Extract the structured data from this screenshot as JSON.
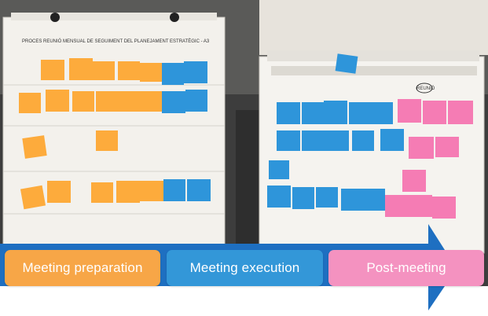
{
  "scene": {
    "description_colors": {
      "orange": "#fdab3c",
      "blue": "#2e95da",
      "pink": "#f57cb4",
      "arrow": "#1e6fc1",
      "wall": "#4a4a4a",
      "paper": "#f4f2ee"
    }
  },
  "phases": [
    {
      "label": "Meeting preparation",
      "color": "#f7a647"
    },
    {
      "label": "Meeting execution",
      "color": "#3397d8"
    },
    {
      "label": "Post-meeting",
      "color": "#f492c0"
    }
  ],
  "board_left_title": "PROCES REUNIÓ MENSUAL DE SEGUIMENT DEL PLANEJAMENT ESTRATÈGIC - A3",
  "board_right_title": "REUNIÓ"
}
